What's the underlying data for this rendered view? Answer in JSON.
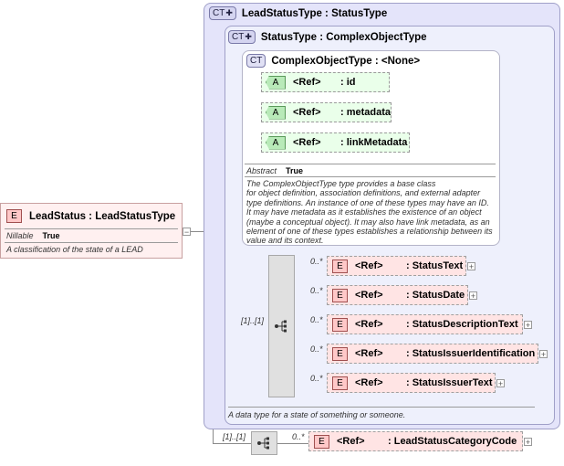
{
  "root": {
    "badge": "E",
    "title": "LeadStatus : LeadStatusType",
    "nillable_label": "Nillable",
    "nillable_value": "True",
    "documentation": "A classification of the state of a LEAD",
    "collapse": "−"
  },
  "outer_type": {
    "badge": "CT",
    "title": "LeadStatusType : StatusType"
  },
  "mid_type": {
    "badge": "CT",
    "title": "StatusType : ComplexObjectType",
    "documentation": "A data type for a state of something or someone."
  },
  "inner_type": {
    "badge": "CT",
    "title": "ComplexObjectType : <None>",
    "attributes": [
      {
        "badge": "A",
        "ref": "<Ref>",
        "name": ": id"
      },
      {
        "badge": "A",
        "ref": "<Ref>",
        "name": ": metadata"
      },
      {
        "badge": "A",
        "ref": "<Ref>",
        "name": ": linkMetadata"
      }
    ],
    "abstract_label": "Abstract",
    "abstract_value": "True",
    "documentation": [
      "The ComplexObjectType type provides a base class",
      "for object definition, association definitions, and external adapter",
      "type definitions. An instance of one of these types may have an ID.",
      "It may have metadata as it establishes the existence of an object",
      "(maybe a conceptual object). It may also have link metadata, as an",
      "element of one of these types establishes a relationship between its",
      "value and its context."
    ]
  },
  "status_sequence": {
    "occurrence": "[1]..[1]",
    "elements": [
      {
        "occurrence": "0..*",
        "badge": "E",
        "ref": "<Ref>",
        "name": ": StatusText",
        "expand": "+"
      },
      {
        "occurrence": "0..*",
        "badge": "E",
        "ref": "<Ref>",
        "name": ": StatusDate",
        "expand": "+"
      },
      {
        "occurrence": "0..*",
        "badge": "E",
        "ref": "<Ref>",
        "name": ": StatusDescriptionText",
        "expand": "+"
      },
      {
        "occurrence": "0..*",
        "badge": "E",
        "ref": "<Ref>",
        "name": ": StatusIssuerIdentification",
        "expand": "+"
      },
      {
        "occurrence": "0..*",
        "badge": "E",
        "ref": "<Ref>",
        "name": ": StatusIssuerText",
        "expand": "+"
      }
    ]
  },
  "lead_sequence": {
    "occurrence": "[1]..[1]",
    "elements": [
      {
        "occurrence": "0..*",
        "badge": "E",
        "ref": "<Ref>",
        "name": ": LeadStatusCategoryCode",
        "expand": "+"
      }
    ]
  }
}
